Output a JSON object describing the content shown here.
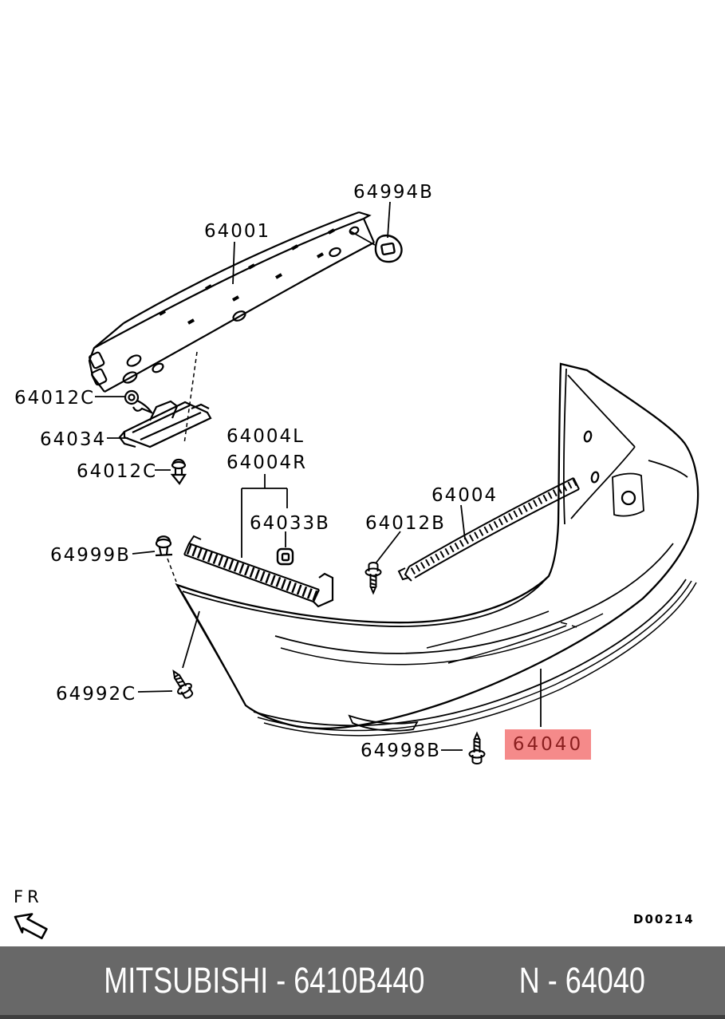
{
  "diagram": {
    "code": "D00214",
    "fr_label": "FR"
  },
  "labels": {
    "l64994b": "64994B",
    "l64001": "64001",
    "l64012c_upper": "64012C",
    "l64034": "64034",
    "l64012c_lower": "64012C",
    "l64004l": "64004L",
    "l64004r": "64004R",
    "l64033b": "64033B",
    "l64012b": "64012B",
    "l64004": "64004",
    "l64999b": "64999B",
    "l64992c": "64992C",
    "l64998b": "64998B",
    "l64040": "64040"
  },
  "highlight": {
    "bg": "#f58a8a",
    "text": "#8b1f1f"
  },
  "footer": {
    "left": "MITSUBISHI - 6410B440",
    "right": "N - 64040",
    "bg": "#686868",
    "text": "#ffffff"
  },
  "colors": {
    "line": "#000000",
    "background": "#ffffff"
  }
}
